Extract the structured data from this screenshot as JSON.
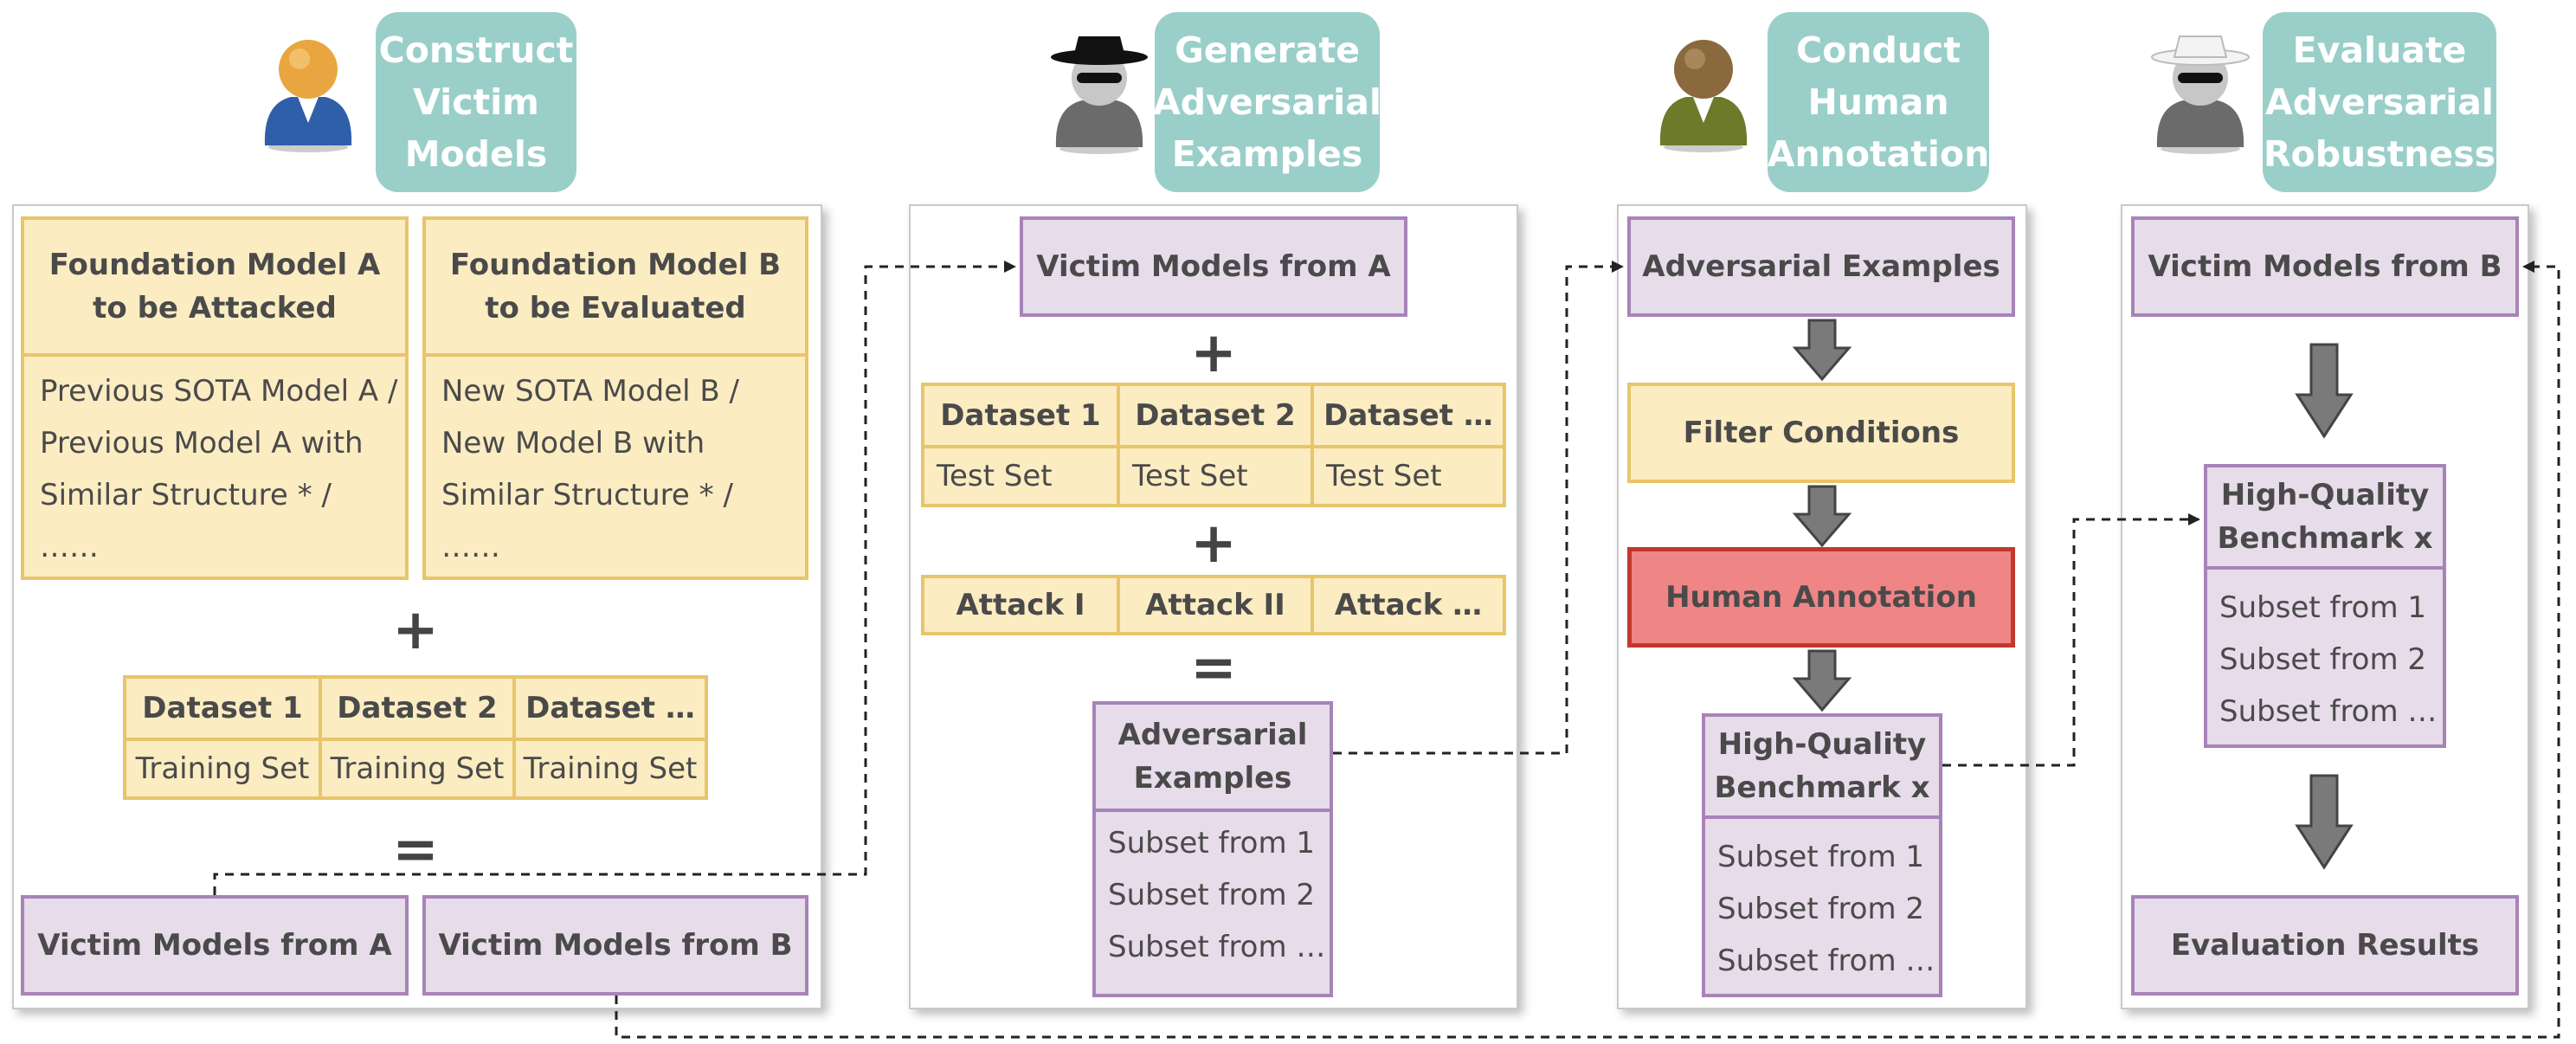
{
  "headers": {
    "construct": [
      "Construct",
      "Victim",
      "Models"
    ],
    "generate": [
      "Generate",
      "Adversarial",
      "Examples"
    ],
    "conduct": [
      "Conduct",
      "Human",
      "Annotation"
    ],
    "evaluate": [
      "Evaluate",
      "Adversarial",
      "Robustness"
    ]
  },
  "panel1": {
    "model_a_title": [
      "Foundation Model A",
      "to be Attacked"
    ],
    "model_a_body": [
      "Previous SOTA Model A /",
      "Previous Model A with",
      "Similar Structure * /",
      "……"
    ],
    "model_b_title": [
      "Foundation Model B",
      "to be Evaluated"
    ],
    "model_b_body": [
      "New SOTA Model B /",
      "New Model B with",
      "Similar Structure * /",
      "……"
    ],
    "plus": "+",
    "datasets": [
      "Dataset 1",
      "Dataset 2",
      "Dataset …"
    ],
    "sets": [
      "Training Set",
      "Training Set",
      "Training Set"
    ],
    "equals": "=",
    "victim_a": "Victim Models from A",
    "victim_b": "Victim Models from B"
  },
  "panel2": {
    "victim_a": "Victim Models from A",
    "plus1": "+",
    "datasets": [
      "Dataset 1",
      "Dataset 2",
      "Dataset …"
    ],
    "sets": [
      "Test Set",
      "Test Set",
      "Test Set"
    ],
    "plus2": "+",
    "attacks": [
      "Attack I",
      "Attack II",
      "Attack …"
    ],
    "equals": "=",
    "adv_title": [
      "Adversarial",
      "Examples"
    ],
    "subsets": [
      "Subset from 1",
      "Subset from 2",
      "Subset from …"
    ]
  },
  "panel3": {
    "adv": "Adversarial Examples",
    "filter": "Filter Conditions",
    "human": "Human Annotation",
    "bench_title": [
      "High-Quality",
      "Benchmark x"
    ],
    "subsets": [
      "Subset from 1",
      "Subset from 2",
      "Subset from …"
    ]
  },
  "panel4": {
    "victim_b": "Victim Models from B",
    "bench_title": [
      "High-Quality",
      "Benchmark x"
    ],
    "subsets": [
      "Subset from 1",
      "Subset from 2",
      "Subset from …"
    ],
    "results": "Evaluation Results"
  },
  "colors": {
    "teal": "#9acfc9",
    "yellow_fill": "#fbecc2",
    "yellow_border": "#e8c56a",
    "purple_fill": "#e6dcea",
    "purple_border": "#a883b8",
    "red_fill": "#ef8585",
    "red_border": "#c0392b"
  },
  "icons": [
    "user-blue-icon",
    "black-hat-spy-icon",
    "user-olive-icon",
    "white-hat-spy-icon"
  ]
}
